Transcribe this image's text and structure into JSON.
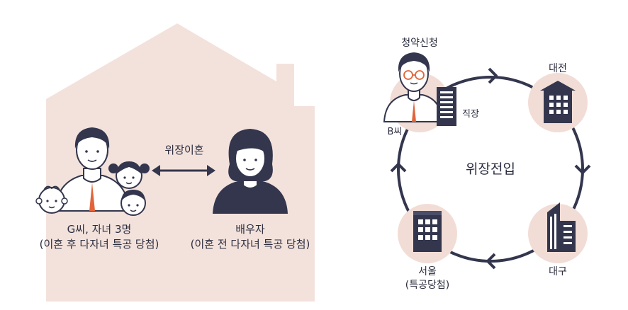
{
  "left_scene": {
    "relation_label": "위장이혼",
    "husband_label_line1": "G씨, 자녀 3명",
    "husband_label_line2": "(이혼 후 다자녀 특공 당첨)",
    "wife_label_line1": "배우자",
    "wife_label_line2": "(이혼 전 다자녀 특공 당첨)"
  },
  "right_scene": {
    "center_label": "위장전입",
    "person_label": "B씨",
    "person_action": "청약신청",
    "workplace_label": "직장",
    "nodes": [
      {
        "label": "대전"
      },
      {
        "label": "대구"
      },
      {
        "label": "서울",
        "sublabel": "(특공당첨)"
      }
    ]
  },
  "colors": {
    "house_fill": "#f3e2dc",
    "circle_fill": "#f2ddd6",
    "navy": "#33364d",
    "tie": "#e2643a"
  }
}
